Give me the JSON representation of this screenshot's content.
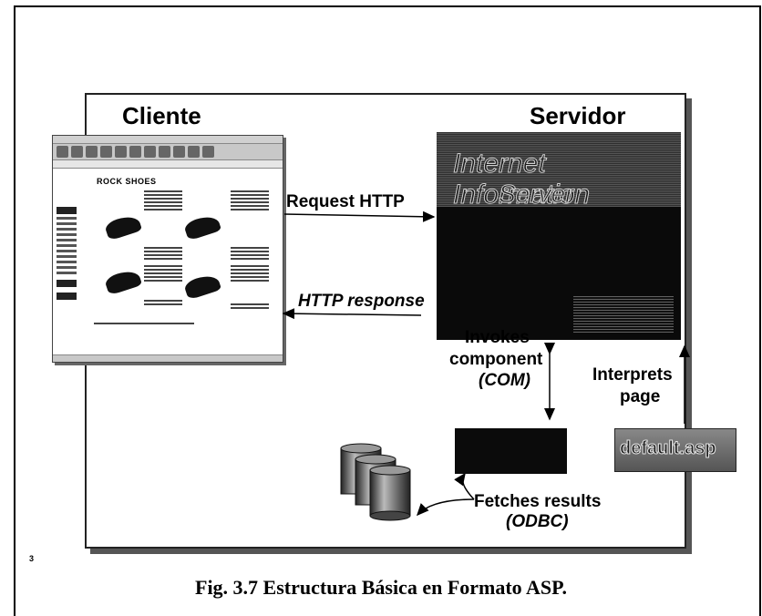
{
  "diagram": {
    "cliente": "Cliente",
    "servidor": "Servidor",
    "request": "Request HTTP",
    "response": "HTTP response",
    "iis_line1": "Internet Information",
    "iis_line2": "Server",
    "invokes_line1": "Invokes",
    "invokes_line2": "component",
    "invokes_line3": "(COM)",
    "interprets_line1": "Interprets",
    "interprets_line2": "page",
    "asp_file": "default.asp",
    "fetches_line1": "Fetches results",
    "fetches_line2": "(ODBC)",
    "browser_heading": "ROCK SHOES"
  },
  "page_number": "3",
  "caption": "Fig. 3.7 Estructura Básica en Formato ASP."
}
